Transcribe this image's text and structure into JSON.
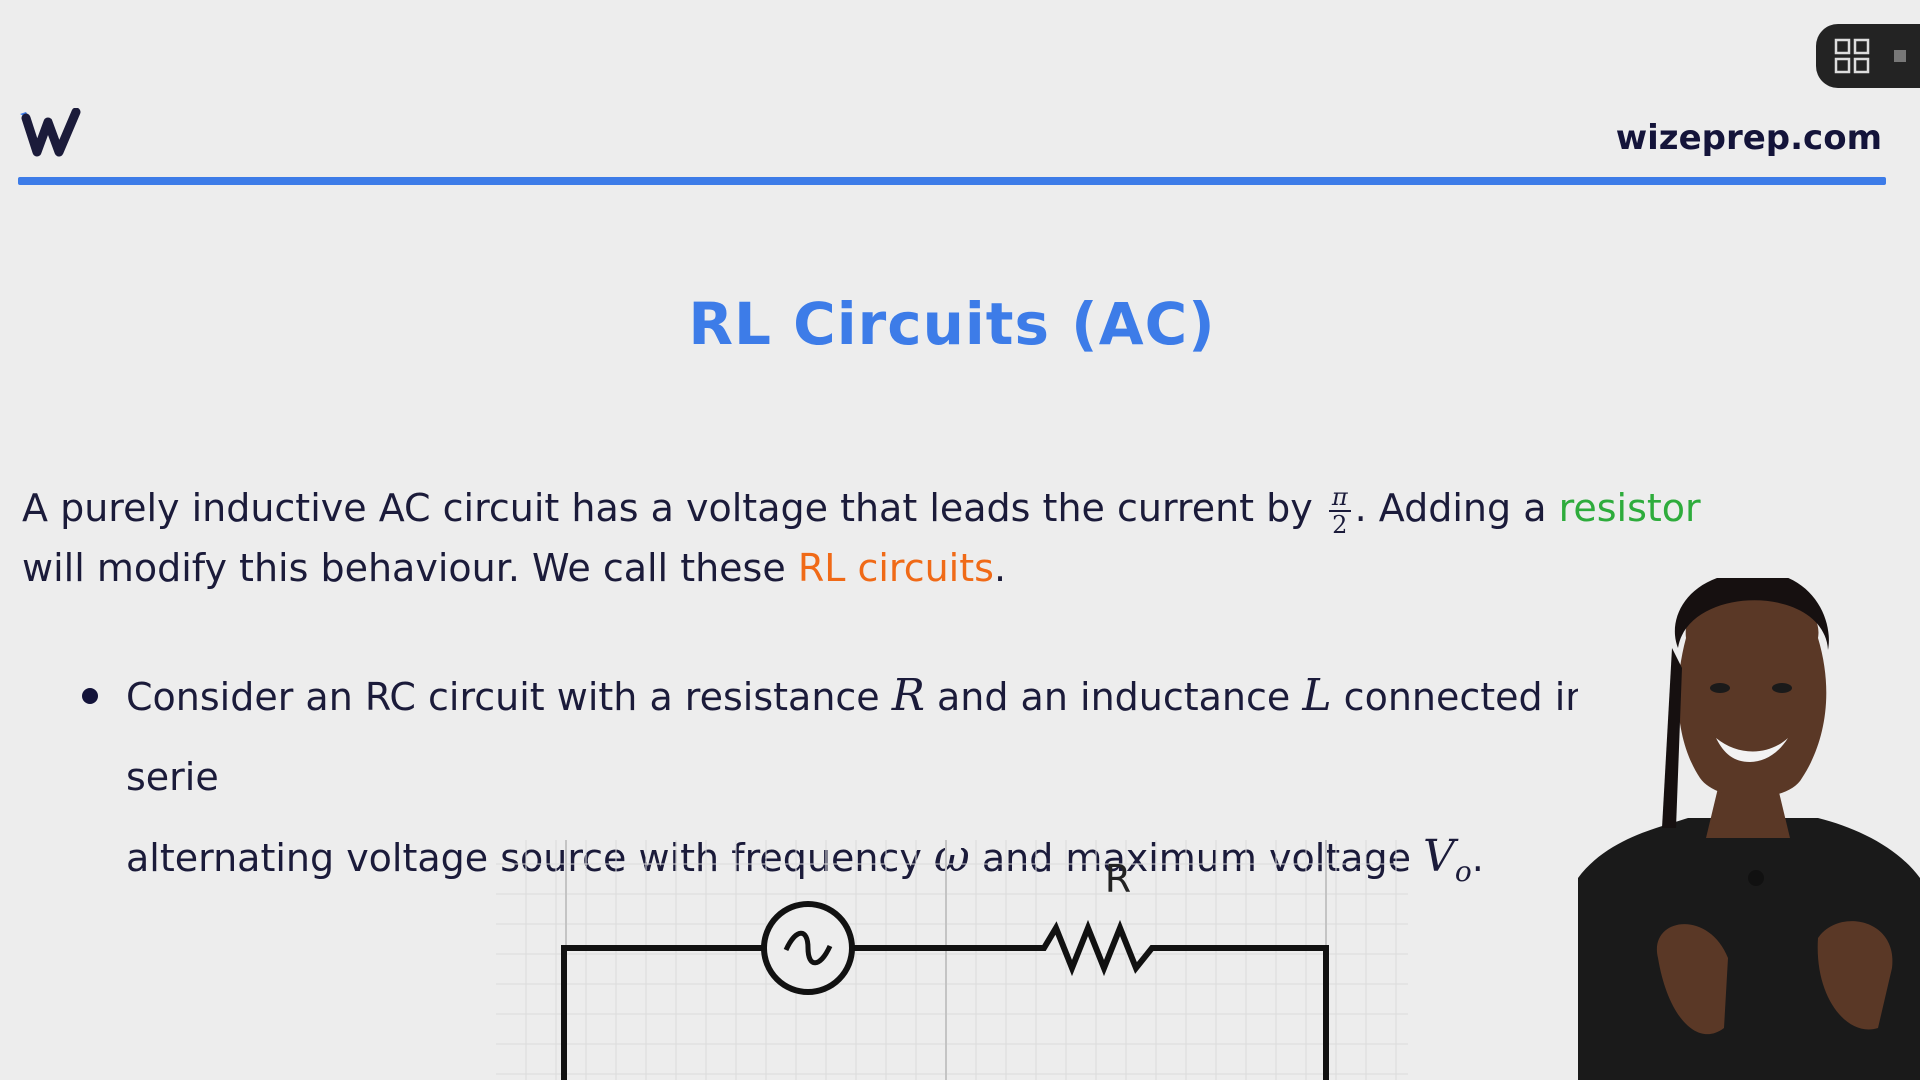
{
  "header": {
    "site_url": "wizeprep.com",
    "logo_letter": "W",
    "accent_color": "#3d7ce8"
  },
  "player_controls": {
    "layout_icon": "grid-icon",
    "stop_icon": "stop-icon"
  },
  "slide": {
    "title": "RL Circuits (AC)",
    "paragraph": {
      "part1": "A purely inductive AC circuit has a voltage that leads the current by ",
      "fraction_num": "π",
      "fraction_den": "2",
      "part2": ". Adding a ",
      "highlight_green": "resistor",
      "part3": " will modify this behaviour. We call these ",
      "highlight_orange": "RL circuits",
      "part4": "."
    },
    "bullet": {
      "t1": "Consider an RC circuit with a resistance ",
      "R": "R",
      "t2": " and an inductance ",
      "L": "L",
      "t3": " connected in serie",
      "t4": "alternating voltage source with frequency ",
      "omega": "ω",
      "t5": " and maximum voltage ",
      "V": "V",
      "V_sub": "o",
      "t6": "."
    },
    "circuit": {
      "resistor_label": "R"
    }
  },
  "colors": {
    "title": "#3d7ce8",
    "green": "#2eac3c",
    "orange": "#f06a17",
    "text": "#1b1b3a"
  }
}
